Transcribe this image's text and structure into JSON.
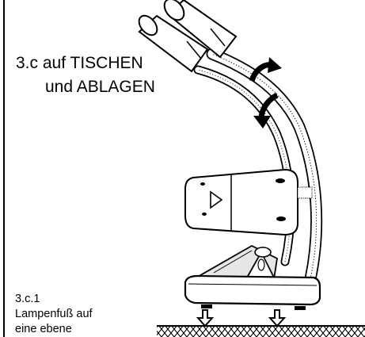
{
  "heading": {
    "line1": "3.c auf TISCHEN",
    "line2": "und ABLAGEN"
  },
  "caption": {
    "number": "3.c.1",
    "line1": "Lampenfuß auf",
    "line2": "eine ebene"
  },
  "colors": {
    "ink": "#000000",
    "paper": "#ffffff",
    "shadow": "#d9d9d9"
  },
  "icons": [
    "rotate-up-arrow-icon",
    "rotate-down-arrow-icon",
    "press-down-arrow-icon"
  ]
}
